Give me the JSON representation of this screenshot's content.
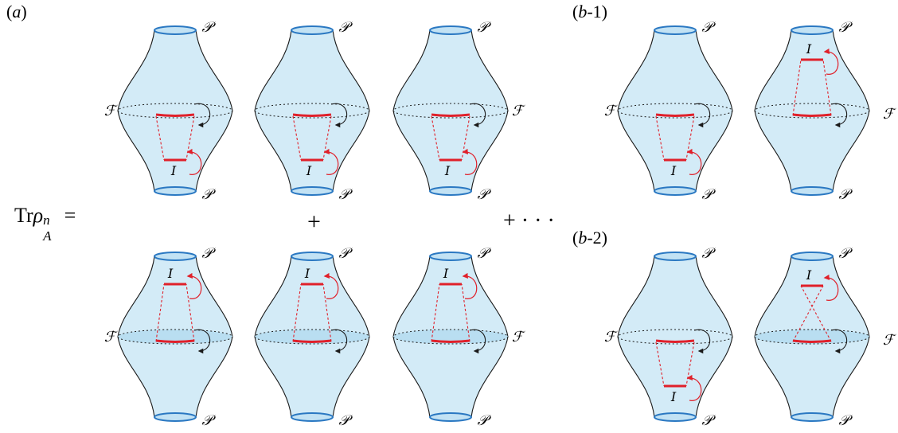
{
  "panels": {
    "a": {
      "open": "(",
      "letter": "a",
      "close": ")"
    },
    "b1": {
      "open": "(",
      "letter": "b",
      "suffix": "-1)"
    },
    "b2": {
      "open": "(",
      "letter": "b",
      "suffix": "-2)"
    }
  },
  "equation": {
    "lhs_tr": "Tr",
    "lhs_rho": "ρ",
    "lhs_sup": "n",
    "lhs_sub": "A",
    "eq": "=",
    "plus": "+",
    "tail": "+ · · ·"
  },
  "labels": {
    "P": "𝒫",
    "F": "ℱ",
    "I": "I"
  },
  "colors": {
    "fill": "#d3ebf7",
    "rim": "#2a78c2",
    "interval": "#e0202a",
    "outline": "#1a1a1a"
  }
}
